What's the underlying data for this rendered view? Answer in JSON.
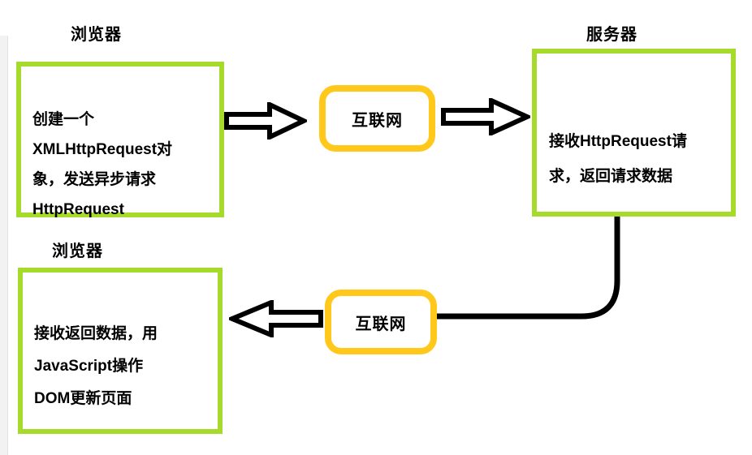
{
  "colors": {
    "node_border": "#a6db2c",
    "internet_border": "#ffc81b",
    "line": "#000000"
  },
  "nodes": {
    "browser_top": {
      "title": "浏览器",
      "text": "创建一个\nXMLHttpRequest对\n象，发送异步请求\nHttpRequest"
    },
    "internet_top": {
      "label": "互联网"
    },
    "server": {
      "title": "服务器",
      "text": "接收HttpRequest请\n求，返回请求数据"
    },
    "internet_bottom": {
      "label": "互联网"
    },
    "browser_bottom": {
      "title": "浏览器",
      "text": "接收返回数据，用\nJavaScript操作\nDOM更新页面"
    }
  }
}
